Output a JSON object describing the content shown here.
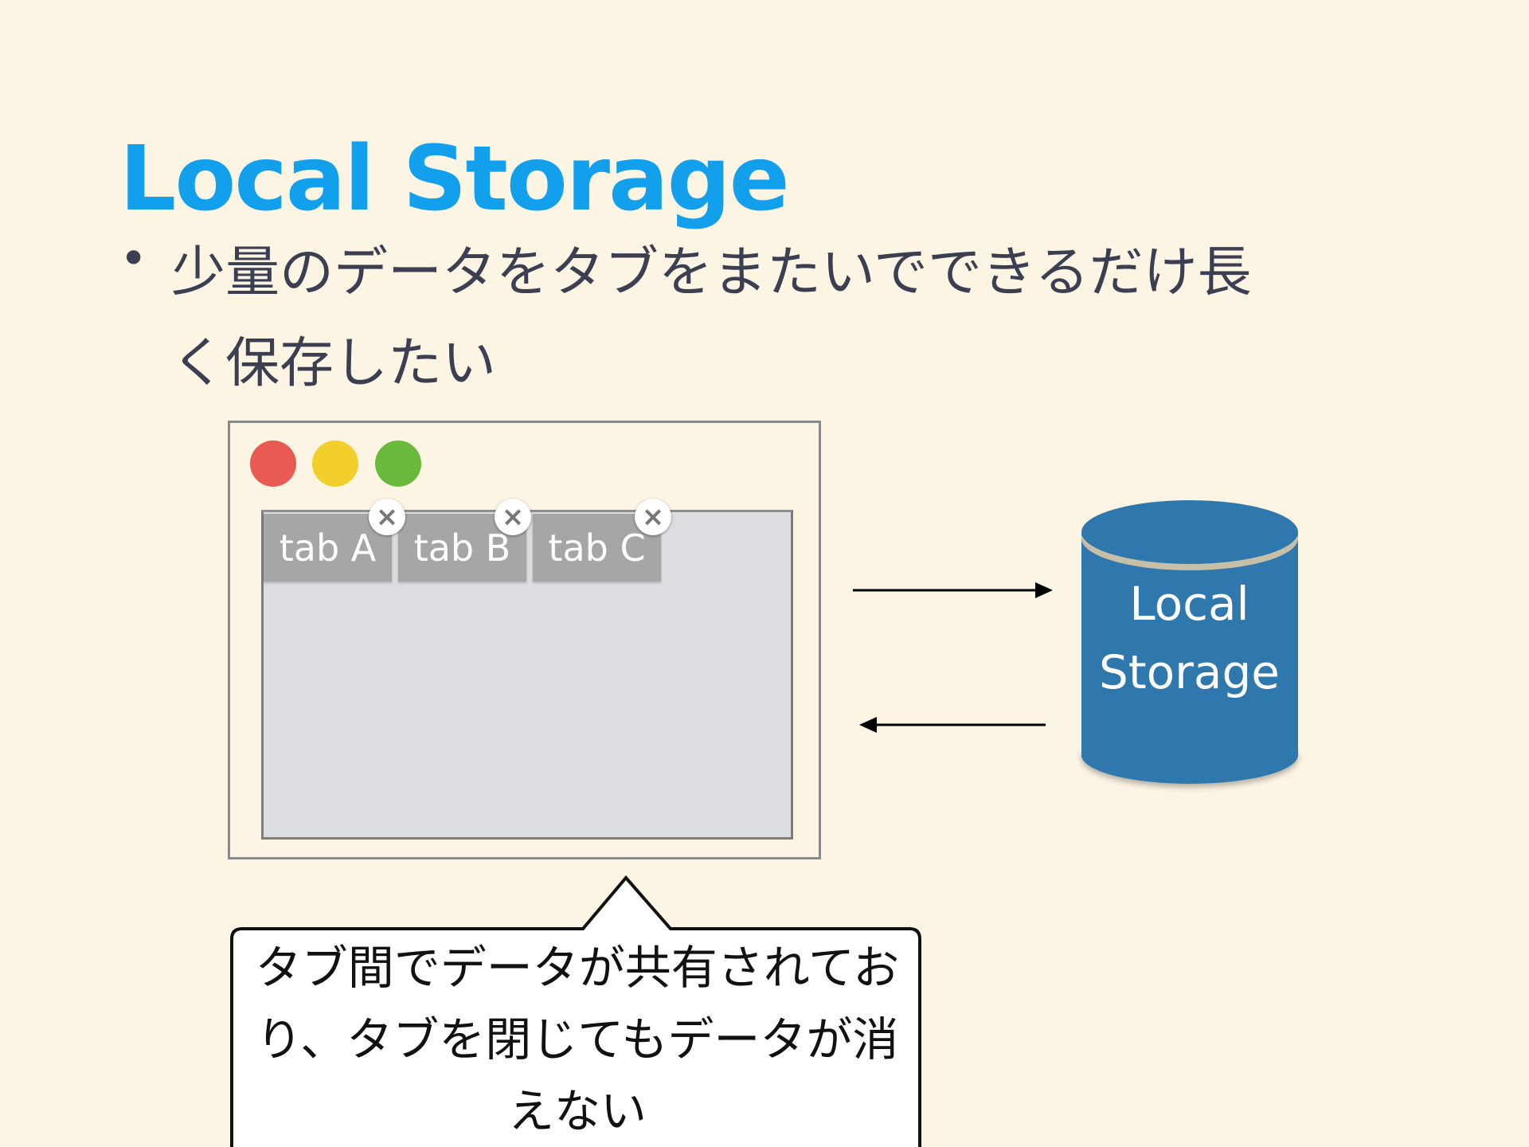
{
  "slide": {
    "title": "Local Storage",
    "bullet_line1": "少量のデータをタブをまたいでできるだけ長",
    "bullet_line2": "く保存したい"
  },
  "browser": {
    "tabs": [
      {
        "label": "tab A"
      },
      {
        "label": "tab B"
      },
      {
        "label": "tab C"
      }
    ],
    "close_glyph": "×"
  },
  "storage": {
    "line1": "Local",
    "line2": "Storage"
  },
  "callout": {
    "line1": "タブ間でデータが共有されてお",
    "line2": "り、タブを閉じてもデータが消",
    "line3": "えない"
  },
  "colors": {
    "title": "#12a0ec",
    "red": "#e85a52",
    "yellow": "#f2cf2a",
    "green": "#68b93c",
    "cylinder": "#2f78ad"
  }
}
